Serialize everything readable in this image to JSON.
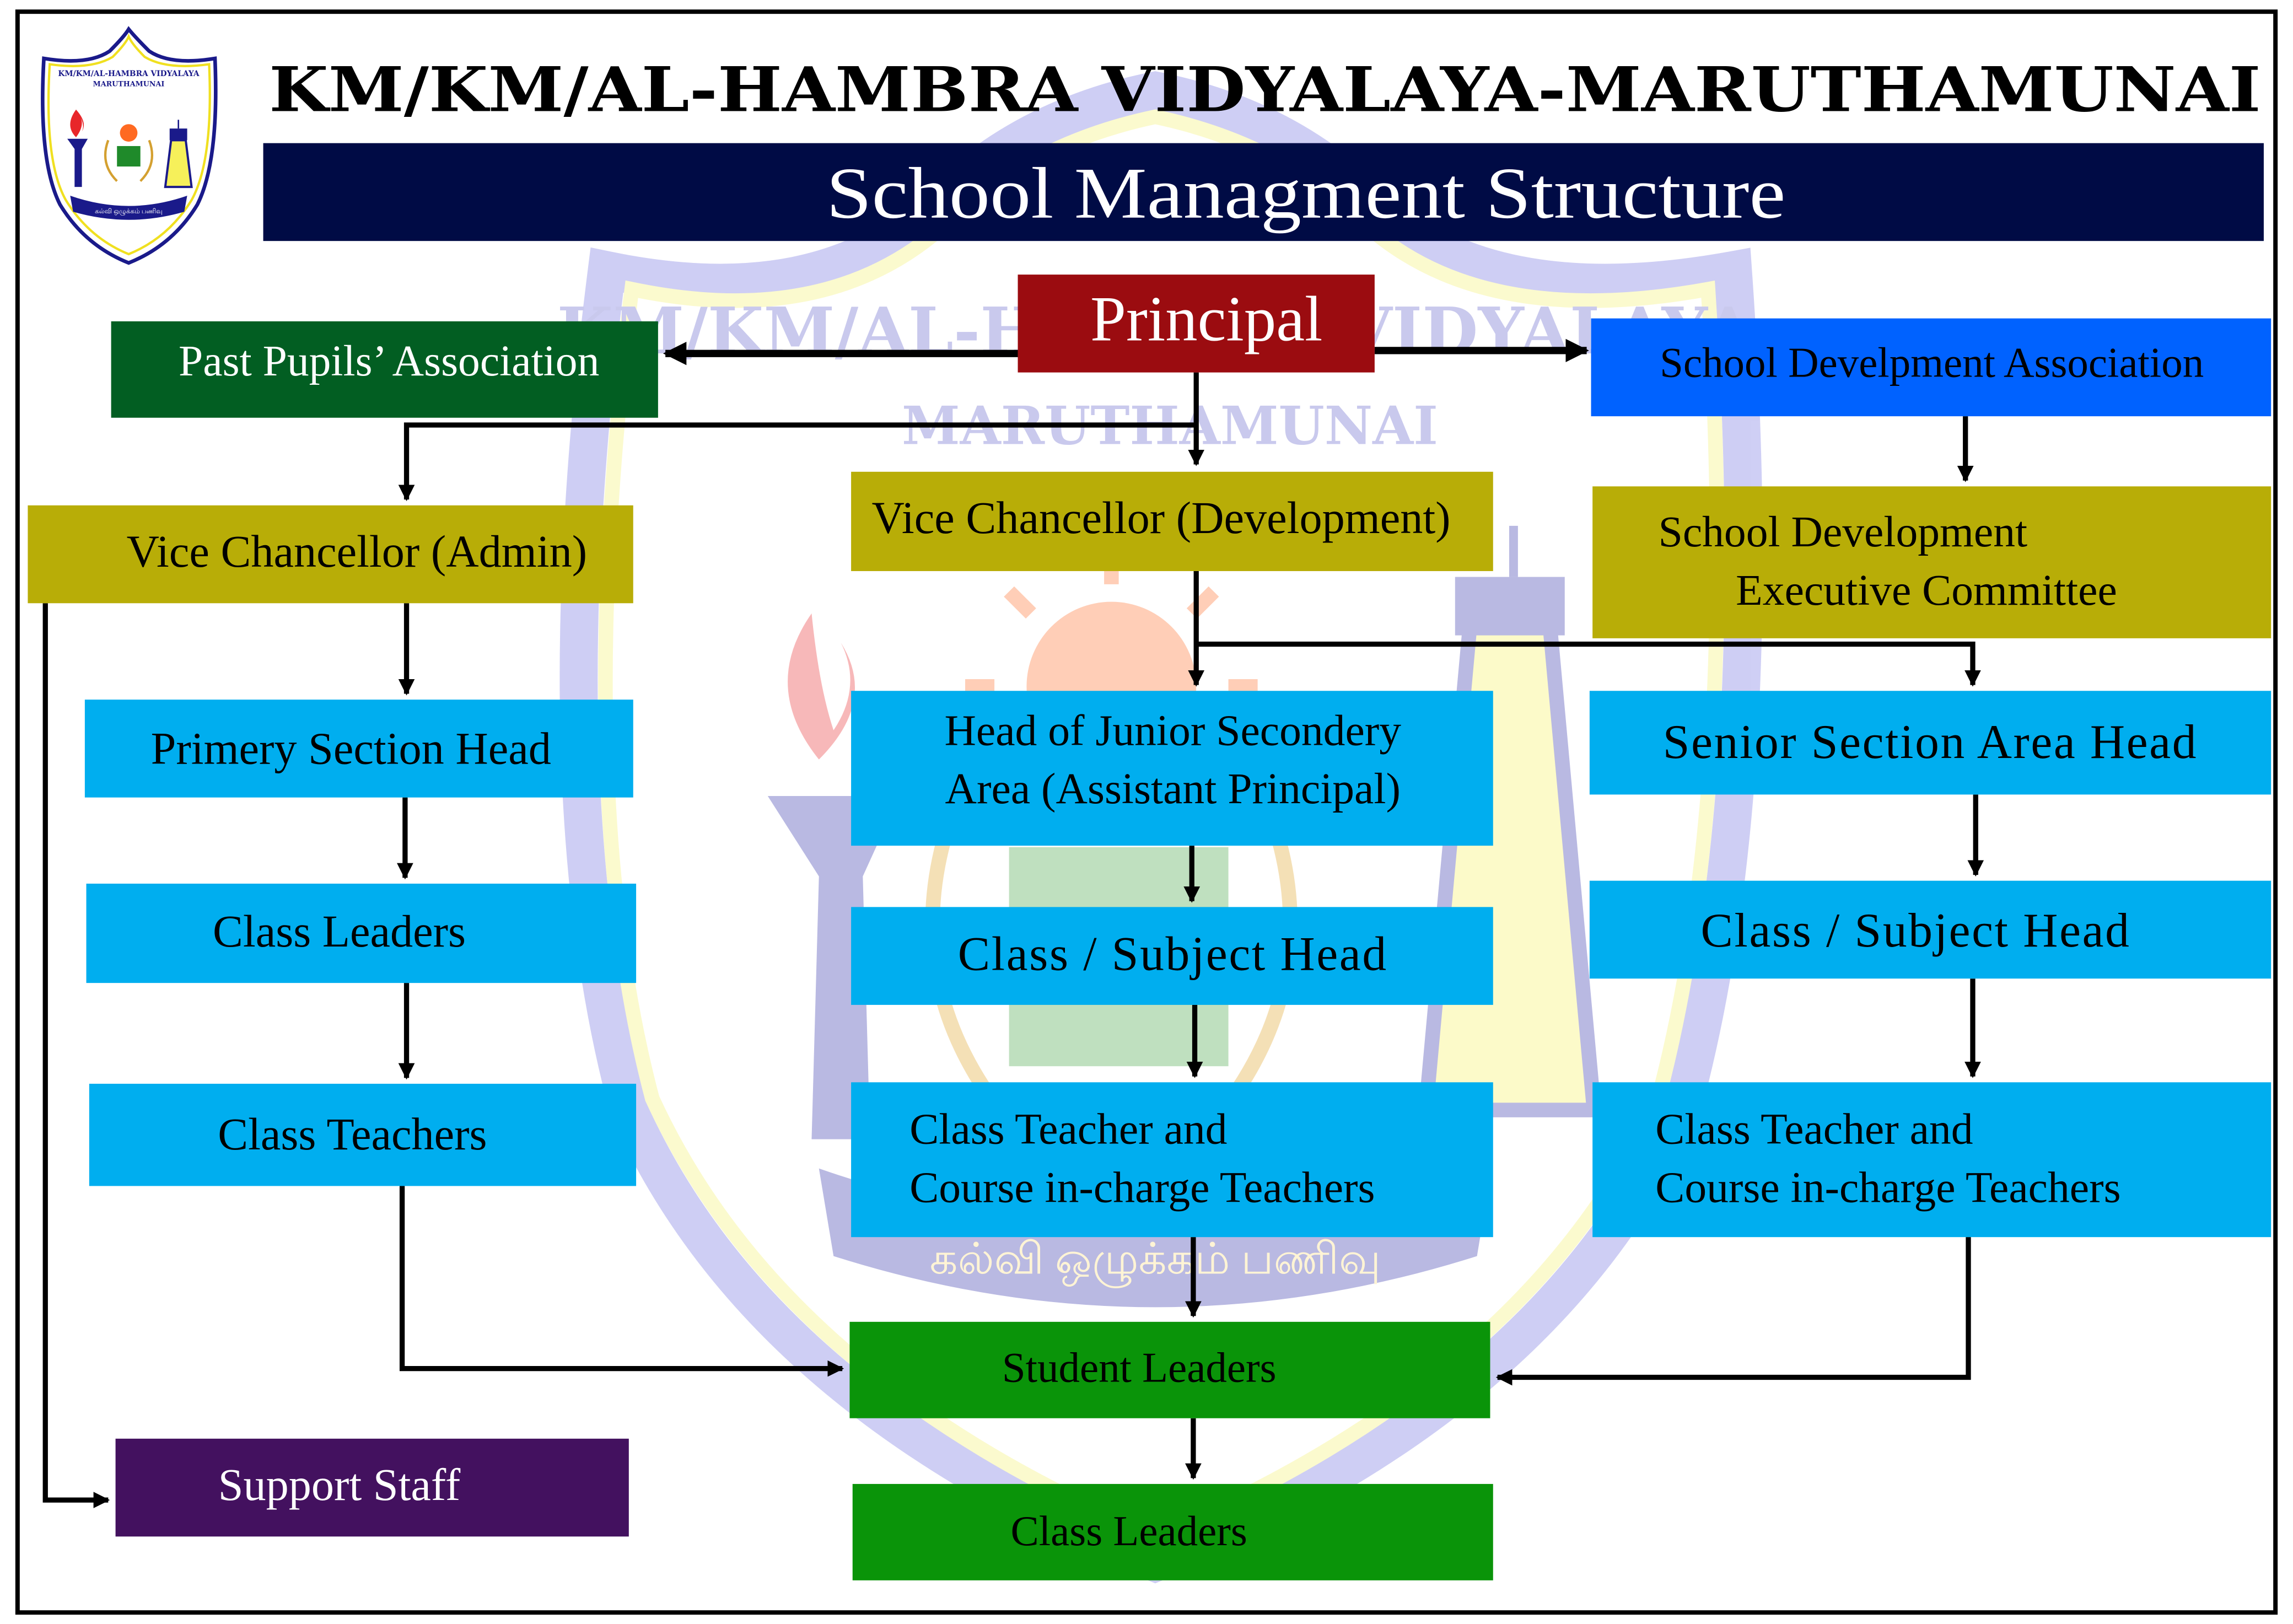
{
  "header": {
    "school_name": "KM/KM/AL-HAMBRA VIDYALAYA-MARUTHAMUNAI",
    "banner_title": "School Managment Structure"
  },
  "logo": {
    "line1": "KM/KM/AL-HAMBRA VIDYALAYA",
    "line2": "MARUTHAMUNAI",
    "motto": "கல்வி ஒழுக்கம் பணிவு"
  },
  "watermark": {
    "line1": "KM/KM/AL-HAMBRA VIDYALAYA",
    "line2": "MARUTHAMUNAI",
    "motto": "கல்வி ஒழுக்கம் பணிவு"
  },
  "colors": {
    "banner": "#000b45",
    "principal": "#9b0c10",
    "past_pupils": "#025e22",
    "sda": "#0062ff",
    "olive": "#b8ad07",
    "cyan": "#00aeef",
    "green": "#0a9409",
    "purple": "#43115f"
  },
  "nodes": {
    "principal": "Principal",
    "past_pupils": "Past Pupils’ Association",
    "sda": "School Develpment Association",
    "sdec_line1": "School Development",
    "sdec_line2": "Executive Committee",
    "vc_admin": "Vice Chancellor (Admin)",
    "vc_dev": "Vice Chancellor (Development)",
    "primary_head": "Primery Section Head",
    "junior_line1": "Head of Junior Secondery",
    "junior_line2": "Area (Assistant Principal)",
    "senior_head": "Senior Section Area Head",
    "class_leaders_left": "Class Leaders",
    "class_subject_head_mid": "Class / Subject Head",
    "class_subject_head_right": "Class / Subject Head",
    "class_teachers_left": "Class Teachers",
    "ctc_mid_line1": "Class Teacher and",
    "ctc_mid_line2": "Course in-charge Teachers",
    "ctc_right_line1": "Class Teacher and",
    "ctc_right_line2": "Course in-charge Teachers",
    "student_leaders": "Student Leaders",
    "support_staff": "Support Staff",
    "class_leaders_bottom": "Class Leaders"
  }
}
